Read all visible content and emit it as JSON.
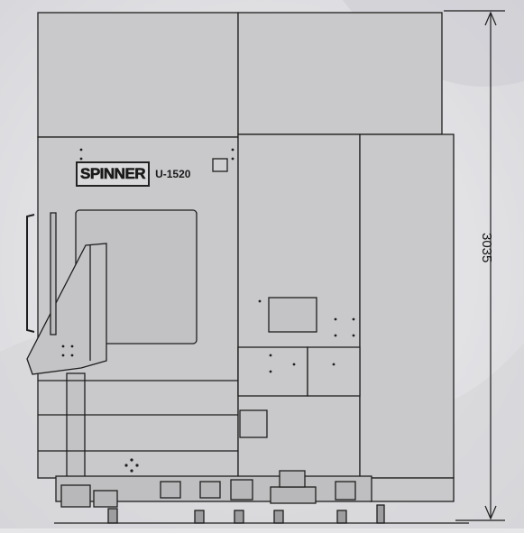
{
  "machine": {
    "brand": "SPINNER",
    "model": "U-1520"
  },
  "dimension": {
    "height_label": "3035"
  },
  "colors": {
    "background": "#e6e6e8",
    "body_panel": "#c9c9cb",
    "outline": "#1e1e1e"
  }
}
